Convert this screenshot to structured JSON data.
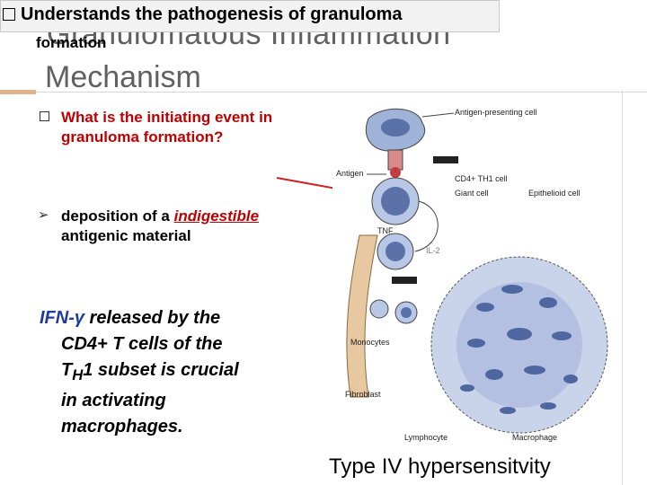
{
  "banner": {
    "text": "Understands the pathogenesis of granuloma",
    "wrap": "formation"
  },
  "title": {
    "line1": "Granulomatous Inflammation",
    "line2": "Mechanism"
  },
  "bullets": [
    {
      "text": "What is the initiating event in granuloma formation?"
    },
    {
      "before": "deposition of a ",
      "emphasis": "indigestible",
      "after": " antigenic material"
    }
  ],
  "ifn": {
    "head": "IFN-γ",
    "line1_rest": " released by the",
    "line2": "CD4+ T cells of the",
    "line3a": "T",
    "line3sub": "H",
    "line3b": "1 subset is crucial",
    "line4": "in activating",
    "line5": "macrophages."
  },
  "figure_labels": {
    "apc": "Antigen-presenting cell",
    "antigen": "Antigen",
    "cd4": "CD4+ TH1 cell",
    "giant": "Giant cell",
    "epithelioid": "Epithelioid cell",
    "tnf": "TNF",
    "il2": "IL-2",
    "monocytes": "Monocytes",
    "fibroblast": "Fibroblast",
    "lymphocyte": "Lymphocyte",
    "macrophage": "Macrophage"
  },
  "caption": "Type IV hypersensitvity"
}
